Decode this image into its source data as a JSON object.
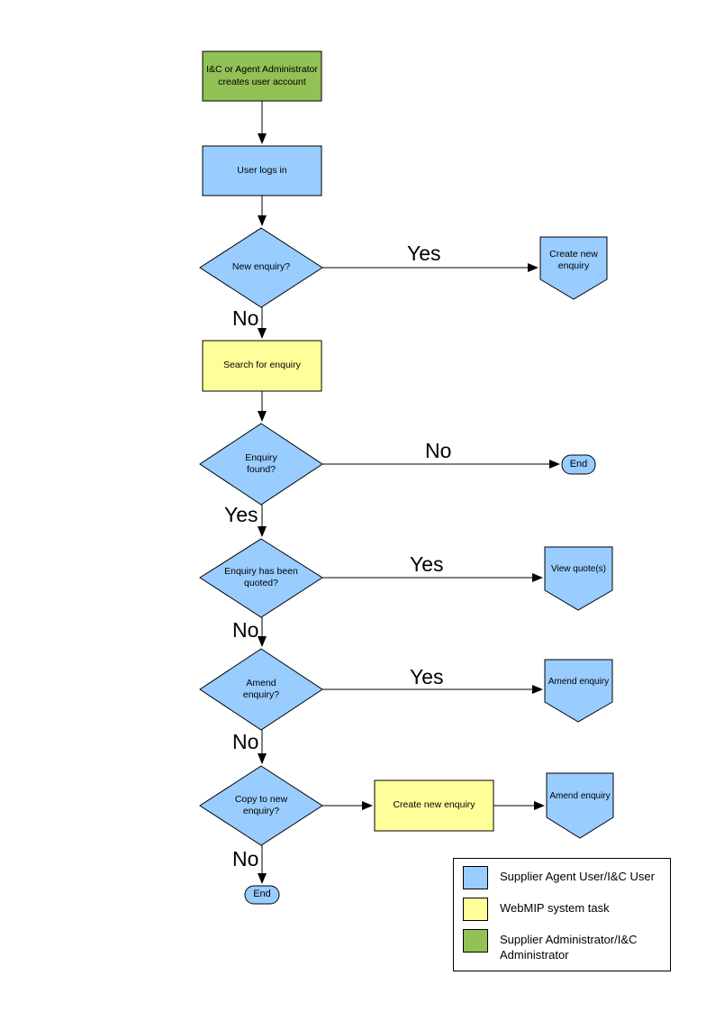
{
  "palette": {
    "actor_user_blue": "#99CCFF",
    "system_task_yellow": "#FFFF99",
    "admin_green": "#92C156",
    "line_black": "#000000"
  },
  "nodes": {
    "create_account": {
      "label": "I&C or Agent Administrator creates user account"
    },
    "user_logs_in": {
      "label": "User logs in"
    },
    "new_enquiry": {
      "label": "New enquiry?"
    },
    "create_new_enquiry_offpage": {
      "label": "Create new enquiry"
    },
    "search_for_enquiry": {
      "label": "Search for enquiry"
    },
    "enquiry_found": {
      "label": "Enquiry found?"
    },
    "end_top": {
      "label": "End"
    },
    "enquiry_quoted": {
      "label": "Enquiry has been quoted?"
    },
    "view_quotes": {
      "label": "View quote(s)"
    },
    "amend_enquiry_q": {
      "label": "Amend enquiry?"
    },
    "amend_enquiry_offpage1": {
      "label": "Amend enquiry"
    },
    "copy_to_new_enquiry": {
      "label": "Copy to new enquiry?"
    },
    "create_new_enquiry_task": {
      "label": "Create new enquiry"
    },
    "amend_enquiry_offpage2": {
      "label": "Amend enquiry"
    },
    "end_bottom": {
      "label": "End"
    }
  },
  "edge_labels": {
    "new_enquiry_yes": "Yes",
    "new_enquiry_no": "No",
    "enquiry_found_no": "No",
    "enquiry_found_yes": "Yes",
    "enquiry_quoted_yes": "Yes",
    "enquiry_quoted_no": "No",
    "amend_yes": "Yes",
    "amend_no": "No",
    "copy_no": "No"
  },
  "legend": {
    "items": [
      {
        "color": "#99CCFF",
        "label": "Supplier Agent User/I&C User"
      },
      {
        "color": "#FFFF99",
        "label": "WebMIP system task"
      },
      {
        "color": "#92C156",
        "label": "Supplier Administrator/I&C Administrator"
      }
    ]
  }
}
